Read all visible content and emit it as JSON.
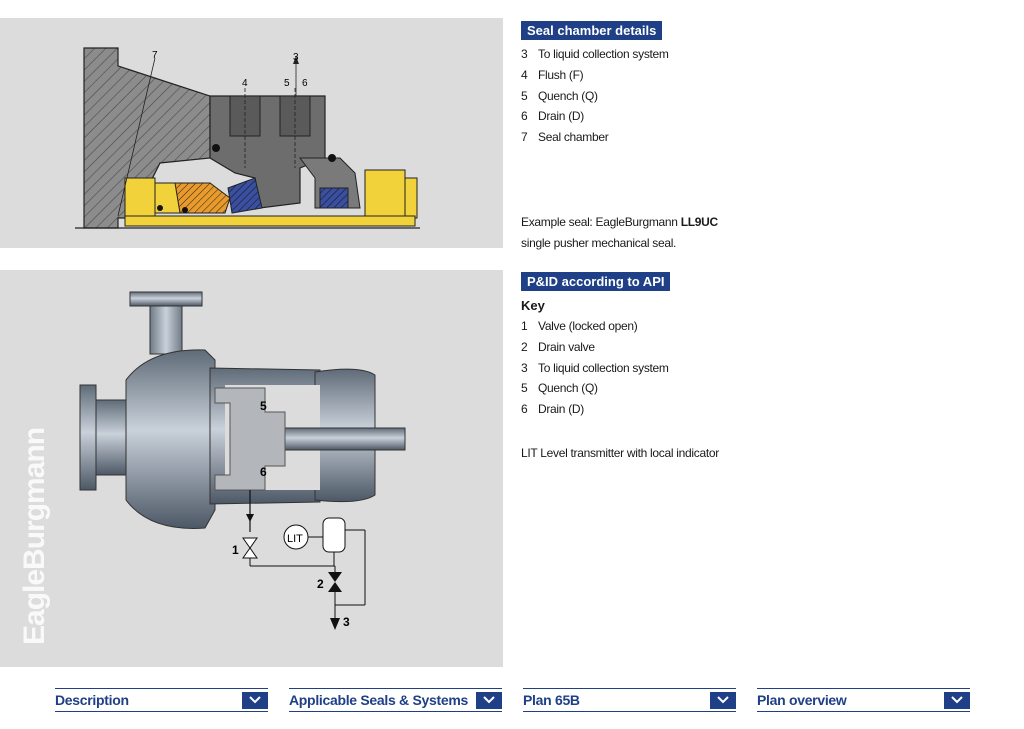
{
  "seal_chamber": {
    "heading": "Seal chamber details",
    "items": [
      {
        "num": "3",
        "label": "To liquid collection system"
      },
      {
        "num": "4",
        "label": "Flush (F)"
      },
      {
        "num": "5",
        "label": "Quench (Q)"
      },
      {
        "num": "6",
        "label": "Drain (D)"
      },
      {
        "num": "7",
        "label": "Seal chamber"
      }
    ],
    "example_prefix": "Example seal: EagleBurgmann ",
    "example_model": "LL9UC",
    "example_line2": "single pusher mechanical seal."
  },
  "pid": {
    "heading": "P&ID according to API",
    "key_label": "Key",
    "items": [
      {
        "num": "1",
        "label": "Valve (locked open)"
      },
      {
        "num": "2",
        "label": "Drain valve"
      },
      {
        "num": "3",
        "label": "To liquid collection system"
      },
      {
        "num": "5",
        "label": "Quench (Q)"
      },
      {
        "num": "6",
        "label": "Drain (D)"
      }
    ],
    "lit_note": "LIT Level transmitter with local indicator"
  },
  "drawing_labels": {
    "seal": {
      "n7": "7",
      "n3": "3",
      "n4": "4",
      "n5": "5",
      "n6": "6"
    },
    "pump": {
      "n5": "5",
      "n6": "6",
      "n1": "1",
      "n2": "2",
      "n3": "3",
      "lit": "LIT"
    }
  },
  "watermark": "EagleBurgmann",
  "tabs": [
    {
      "label": "Description"
    },
    {
      "label": "Applicable Seals & Systems"
    },
    {
      "label": "Plan 65B"
    },
    {
      "label": "Plan overview"
    }
  ],
  "colors": {
    "accent": "#1f3f86",
    "panel": "#dcdcdc",
    "seal_yellow": "#f2d23a",
    "seal_orange": "#e89a2a",
    "seal_blue": "#3a4fa0"
  }
}
